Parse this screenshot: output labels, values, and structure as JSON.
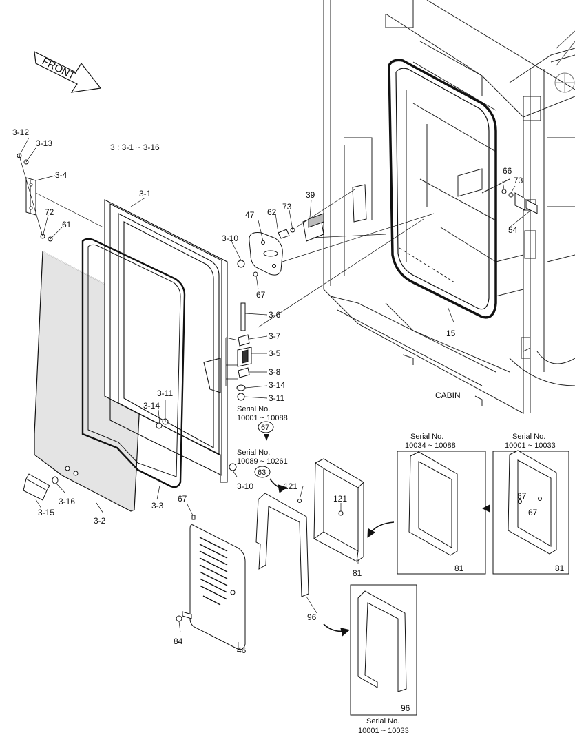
{
  "diagram": {
    "front_label": "FRONT",
    "cabin_label": "CABIN",
    "legend_note": "3 : 3-1 ~ 3-16",
    "serial_ranges": {
      "s1": {
        "title": "Serial No.",
        "range": "10001 ~ 10088"
      },
      "s2": {
        "title": "Serial No.",
        "range": "10089 ~ 10261"
      },
      "s3": {
        "title": "Serial No.",
        "range": "10034 ~ 10088"
      },
      "s4": {
        "title": "Serial No.",
        "range": "10001 ~ 10033"
      },
      "s5": {
        "title": "Serial No.",
        "range": "10001 ~ 10033"
      }
    },
    "callouts": {
      "c67_circle": "67",
      "c63_circle": "63"
    },
    "parts": {
      "p3_12": "3-12",
      "p3_13": "3-13",
      "p3_4": "3-4",
      "p72": "72",
      "p61": "61",
      "p3_1": "3-1",
      "p3_10a": "3-10",
      "p3_10b": "3-10",
      "p47": "47",
      "p62": "62",
      "p73a": "73",
      "p39": "39",
      "p67a": "67",
      "p3_6": "3-6",
      "p3_7": "3-7",
      "p3_5": "3-5",
      "p3_8": "3-8",
      "p3_14a": "3-14",
      "p3_11a": "3-11",
      "p3_11b": "3-11",
      "p3_14b": "3-14",
      "p3_15": "3-15",
      "p3_16": "3-16",
      "p3_2": "3-2",
      "p3_3": "3-3",
      "p66": "66",
      "p73b": "73",
      "p54": "54",
      "p15": "15",
      "p121a": "121",
      "p121b": "121",
      "p81a": "81",
      "p81b": "81",
      "p81c": "81",
      "p67b": "67",
      "p67c": "67",
      "p67d": "67",
      "p84": "84",
      "p46": "46",
      "p96a": "96",
      "p96b": "96"
    }
  }
}
